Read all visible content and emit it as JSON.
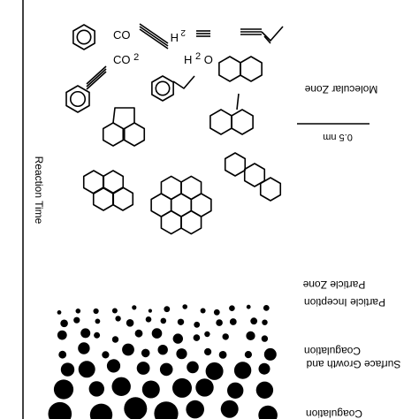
{
  "reaction_axis": {
    "label": "Reaction Time"
  },
  "zones": {
    "molecular": "Molecular Zone",
    "particle": "Particle Zone",
    "inception": "Particle Inception",
    "growth_line1": "Surface Growth and",
    "growth_line2": "Coagulation",
    "coagulation": "Coagulation"
  },
  "scale": {
    "label": "0.5 nm"
  },
  "species": {
    "co": "CO",
    "h2_chars": [
      "H",
      "2"
    ],
    "co2_chars": [
      "CO",
      "2"
    ],
    "h2o_chars": [
      "H",
      "2",
      "O"
    ]
  }
}
